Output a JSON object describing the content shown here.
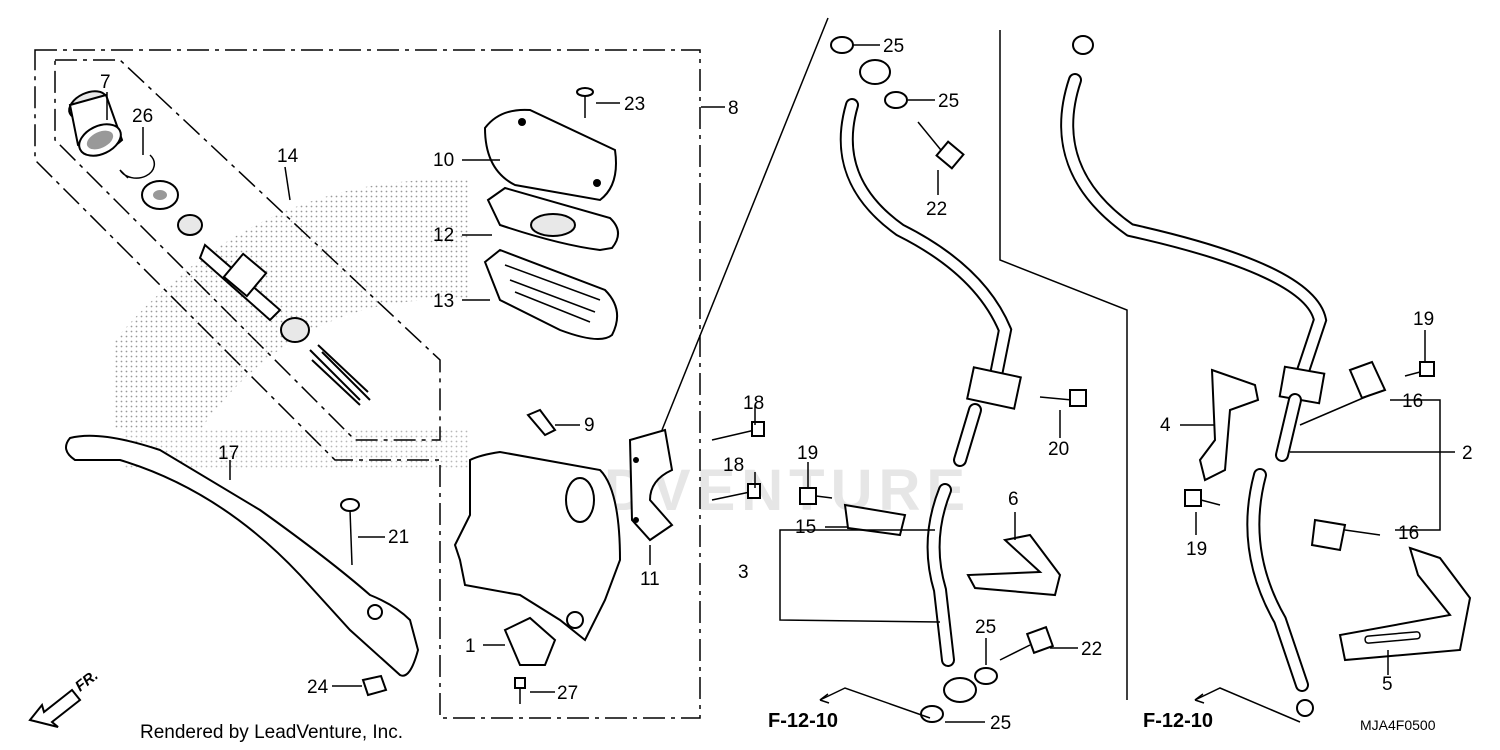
{
  "diagram": {
    "footer_text": "Rendered by LeadVenture, Inc.",
    "watermark_text": "LEADVENTURE",
    "diagram_code": "MJA4F0500",
    "direction_label": "FR.",
    "references": [
      "F-12-10",
      "F-12-10"
    ],
    "callouts": {
      "c1": "1",
      "c2": "2",
      "c3": "3",
      "c4": "4",
      "c5": "5",
      "c6": "6",
      "c7": "7",
      "c8": "8",
      "c9": "9",
      "c10": "10",
      "c11": "11",
      "c12": "12",
      "c13": "13",
      "c14": "14",
      "c15": "15",
      "c16a": "16",
      "c16b": "16",
      "c17": "17",
      "c18a": "18",
      "c18b": "18",
      "c19a": "19",
      "c19b": "19",
      "c19c": "19",
      "c20": "20",
      "c21": "21",
      "c22a": "22",
      "c22b": "22",
      "c23": "23",
      "c24": "24",
      "c25a": "25",
      "c25b": "25",
      "c25c": "25",
      "c25d": "25",
      "c26": "26",
      "c27": "27"
    }
  }
}
